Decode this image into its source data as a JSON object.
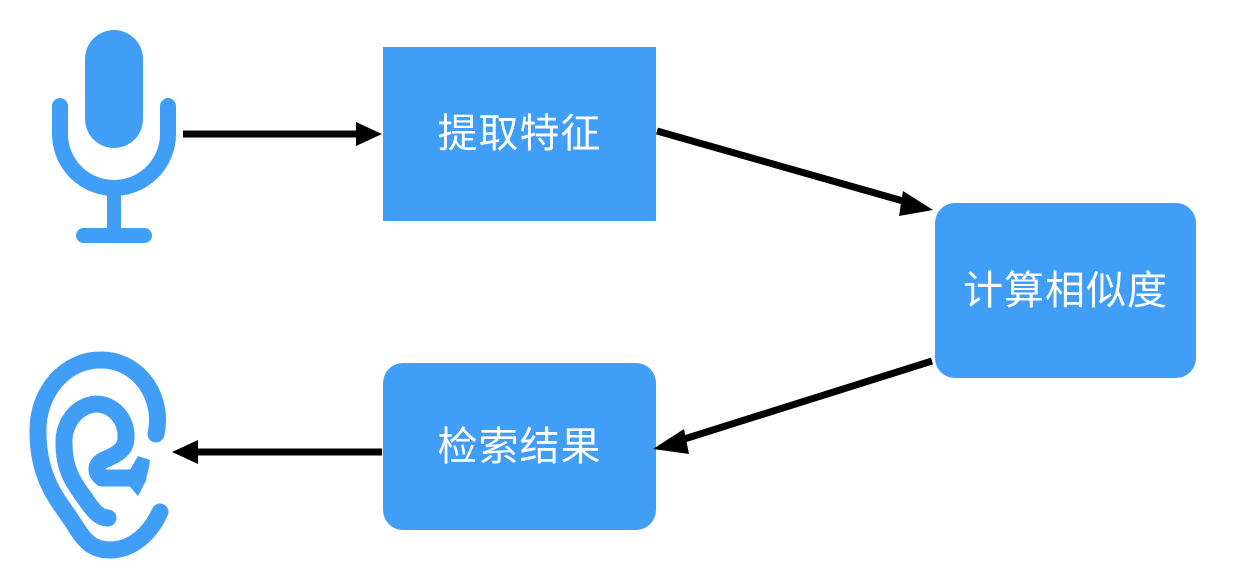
{
  "diagram": {
    "title": "audio retrieval pipeline flowchart",
    "background_color": "#ffffff",
    "accent_color": "#409ef7",
    "arrow_color": "#000000",
    "label_color": "#ffffff",
    "nodes": [
      {
        "id": "extract",
        "label": "提取特征",
        "shape": "rectangle",
        "fill": "#409ef7",
        "text_color": "#ffffff"
      },
      {
        "id": "similarity",
        "label": "计算相似度",
        "shape": "rounded-rectangle",
        "fill": "#409ef7",
        "text_color": "#ffffff"
      },
      {
        "id": "results",
        "label": "检索结果",
        "shape": "rounded-rectangle",
        "fill": "#409ef7",
        "text_color": "#ffffff"
      }
    ],
    "icons": [
      {
        "id": "microphone",
        "name": "microphone-icon",
        "color": "#409ef7"
      },
      {
        "id": "ear",
        "name": "ear-icon",
        "color": "#409ef7"
      }
    ],
    "edges": [
      {
        "id": "mic-to-extract",
        "from": "microphone",
        "to": "extract",
        "style": "straight-horizontal",
        "direction": "right"
      },
      {
        "id": "extract-to-similarity",
        "from": "extract",
        "to": "similarity",
        "style": "diagonal",
        "direction": "down-right"
      },
      {
        "id": "similarity-to-results",
        "from": "similarity",
        "to": "results",
        "style": "diagonal",
        "direction": "down-left"
      },
      {
        "id": "results-to-ear",
        "from": "results",
        "to": "ear",
        "style": "straight-horizontal",
        "direction": "left"
      }
    ]
  }
}
